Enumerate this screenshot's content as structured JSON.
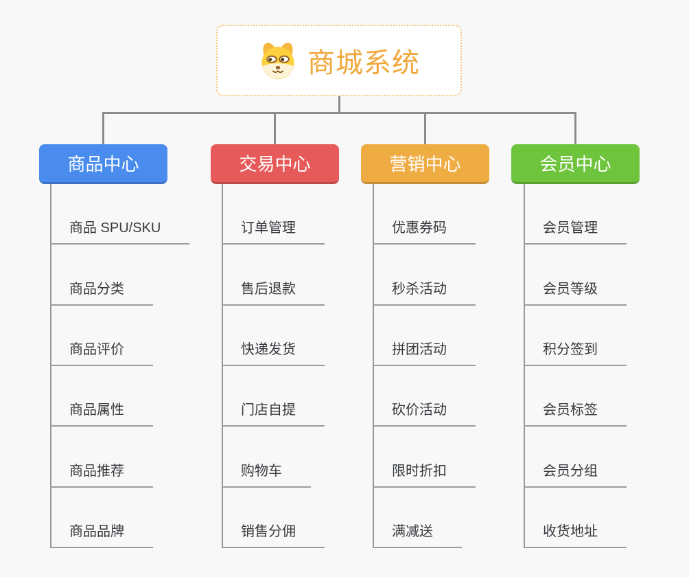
{
  "root": {
    "title": "商城系统",
    "icon": "dog-face-icon"
  },
  "branches": [
    {
      "label": "商品中心",
      "color": "#4a8cee",
      "items": [
        "商品 SPU/SKU",
        "商品分类",
        "商品评价",
        "商品属性",
        "商品推荐",
        "商品品牌"
      ]
    },
    {
      "label": "交易中心",
      "color": "#e65a5a",
      "items": [
        "订单管理",
        "售后退款",
        "快递发货",
        "门店自提",
        "购物车",
        "销售分佣"
      ]
    },
    {
      "label": "营销中心",
      "color": "#efac42",
      "items": [
        "优惠券码",
        "秒杀活动",
        "拼团活动",
        "砍价活动",
        "限时折扣",
        "满减送"
      ]
    },
    {
      "label": "会员中心",
      "color": "#6fc43e",
      "items": [
        "会员管理",
        "会员等级",
        "积分签到",
        "会员标签",
        "会员分组",
        "收货地址"
      ]
    }
  ],
  "colors": {
    "background": "#f8f8f8",
    "root_text": "#f0a73c",
    "root_border": "#f6c277",
    "connector_line": "#8c8c8c",
    "item_underline": "#9c9c9c",
    "item_text": "#36393d"
  }
}
